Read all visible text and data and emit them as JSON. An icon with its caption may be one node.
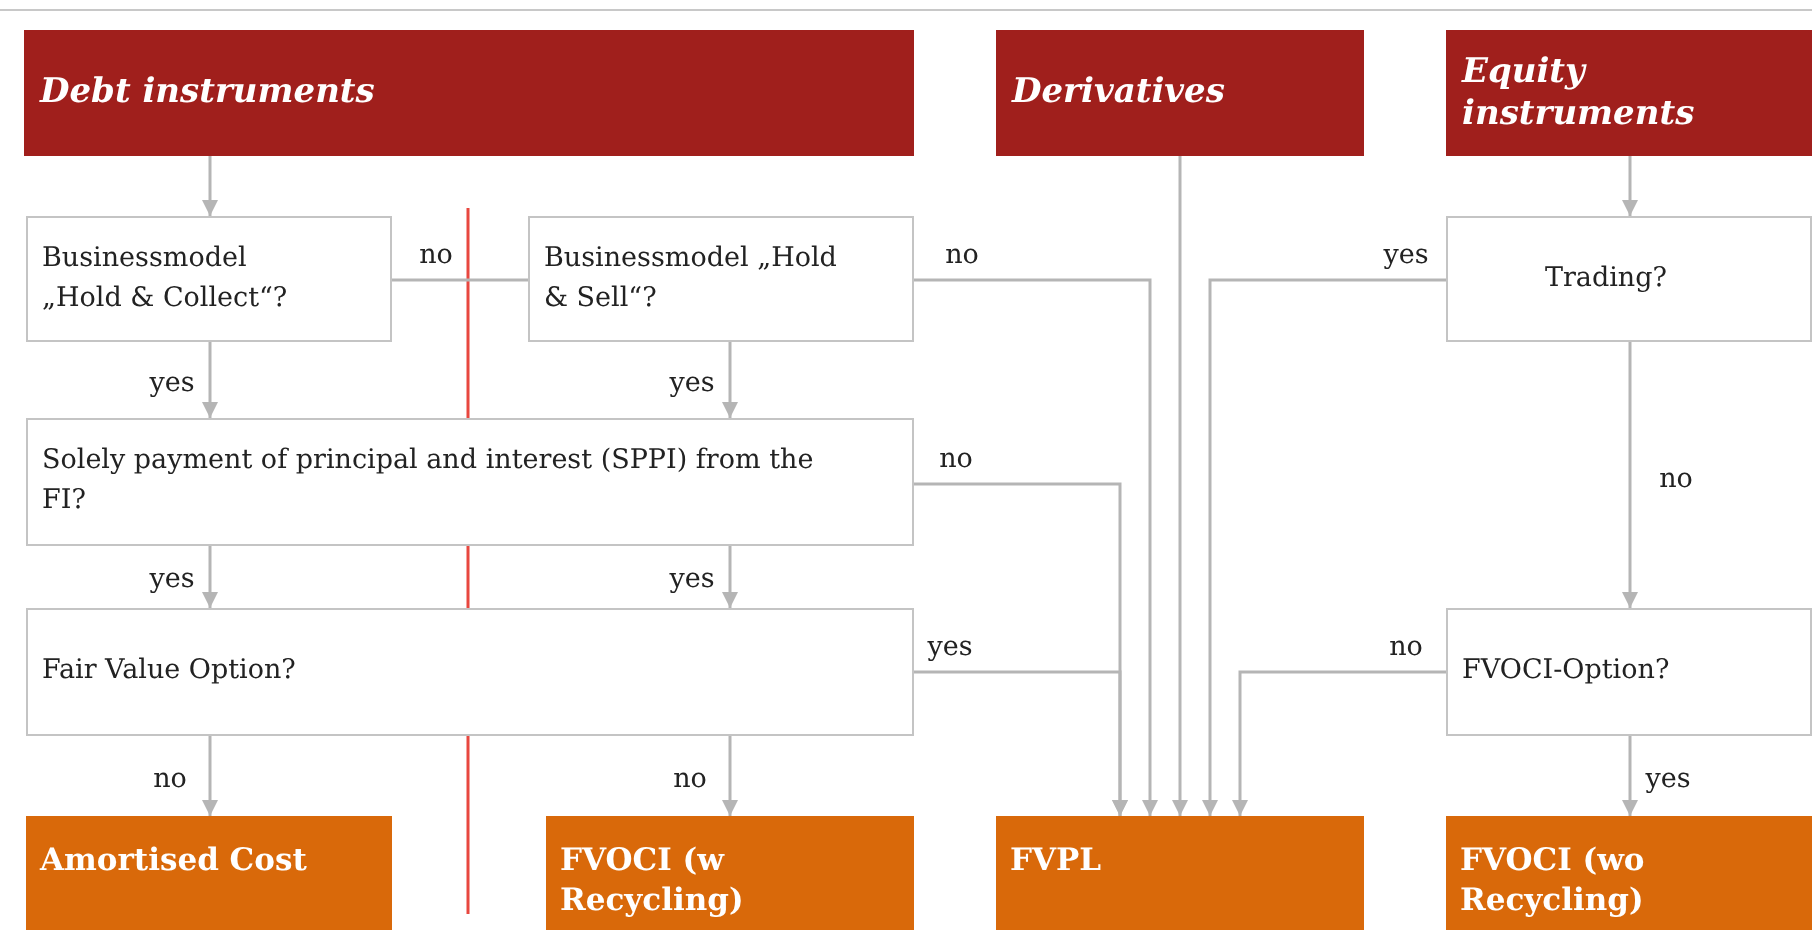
{
  "diagram": {
    "nodes": [
      {
        "text": [
          "Debt instruments"
        ]
      },
      {
        "text": [
          "Derivatives"
        ]
      },
      {
        "text": [
          "Equity instruments"
        ]
      },
      {
        "text": [
          "Businessmodel „Hold & Collect“?"
        ]
      },
      {
        "text": [
          "Businessmodel „Hold & Sell“?"
        ]
      },
      {
        "text": [
          "Solely payment of principal and interest (SPPI) from the FI?"
        ]
      },
      {
        "text": [
          "Fair Value Option?"
        ]
      },
      {
        "text": [
          "Trading?"
        ]
      },
      {
        "text": [
          "FVOCI-Option?"
        ]
      },
      {
        "text": [
          "Amortised Cost"
        ]
      },
      {
        "text": [
          "FVOCI (w Recycling)"
        ]
      },
      {
        "text": [
          "FVPL"
        ]
      },
      {
        "text": [
          "FVOCI (wo Recycling)"
        ]
      }
    ],
    "edges": [
      {
        "from": 0,
        "to": 3,
        "arrow": "to"
      },
      {
        "from": 3,
        "to": 4,
        "arrow": "none",
        "label": "no"
      },
      {
        "from": 3,
        "to": 5,
        "arrow": "to",
        "label": "yes"
      },
      {
        "from": 4,
        "to": 5,
        "arrow": "to",
        "label": "yes"
      },
      {
        "from": 4,
        "to": 11,
        "arrow": "to",
        "label": "no"
      },
      {
        "from": 5,
        "to": 6,
        "arrow": "to",
        "label": "yes"
      },
      {
        "from": 5,
        "to": 6,
        "arrow": "to",
        "label": "yes"
      },
      {
        "from": 5,
        "to": 11,
        "arrow": "to",
        "label": "no"
      },
      {
        "from": 6,
        "to": 11,
        "arrow": "to",
        "label": "yes"
      },
      {
        "from": 6,
        "to": 9,
        "arrow": "to",
        "label": "no"
      },
      {
        "from": 6,
        "to": 10,
        "arrow": "to",
        "label": "no"
      },
      {
        "from": 1,
        "to": 11,
        "arrow": "to"
      },
      {
        "from": 7,
        "to": 11,
        "arrow": "to",
        "label": "yes"
      },
      {
        "from": 2,
        "to": 7,
        "arrow": "to"
      },
      {
        "from": 7,
        "to": 8,
        "arrow": "to",
        "label": "no"
      },
      {
        "from": 8,
        "to": 11,
        "arrow": "to",
        "label": "no"
      },
      {
        "from": 8,
        "to": 12,
        "arrow": "to",
        "label": "yes"
      }
    ]
  }
}
